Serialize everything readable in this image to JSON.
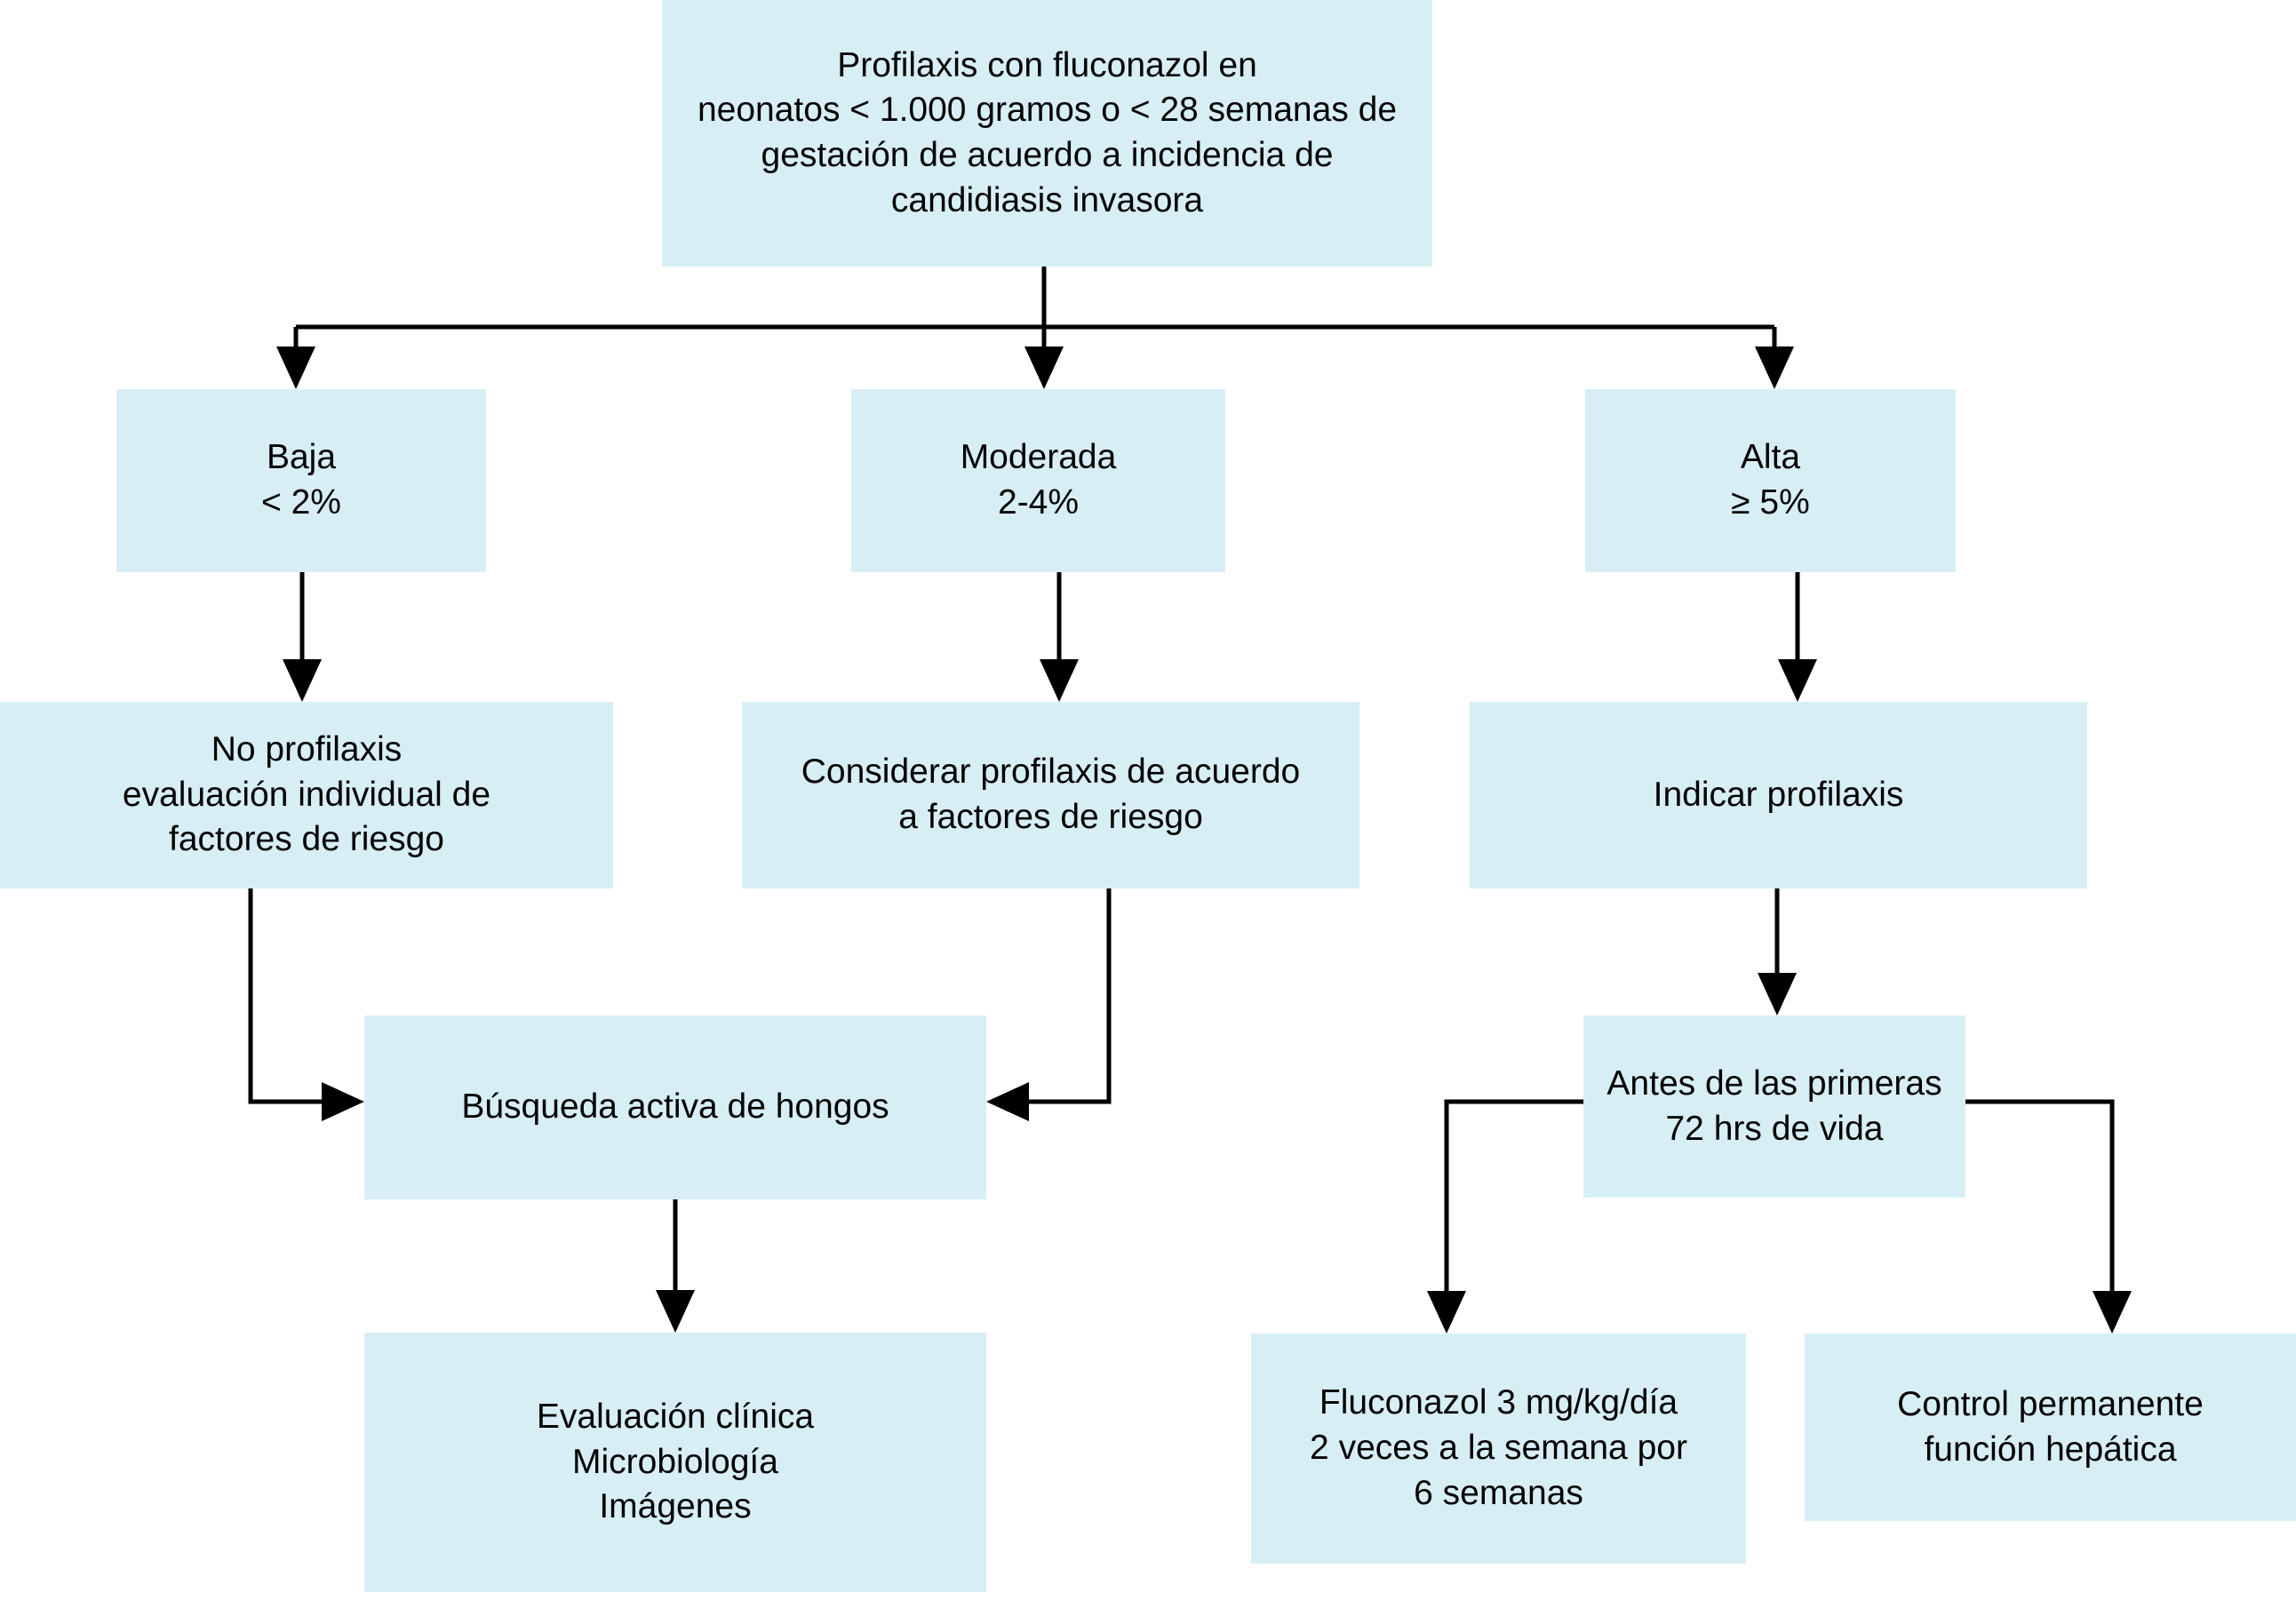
{
  "colors": {
    "box_fill": "#d8eef5",
    "line": "#000000",
    "text": "#000000",
    "background": "#ffffff"
  },
  "nodes": {
    "root": {
      "label": "Profilaxis con fluconazol en\nneonatos < 1.000 gramos o < 28 semanas de\ngestación de acuerdo a incidencia de\ncandidiasis invasora"
    },
    "baja": {
      "label": "Baja\n< 2%"
    },
    "moderada": {
      "label": "Moderada\n2-4%"
    },
    "alta": {
      "label": "Alta\n≥ 5%"
    },
    "no_profilaxis": {
      "label": "No profilaxis\nevaluación individual de\nfactores de riesgo"
    },
    "considerar": {
      "label": "Considerar profilaxis de acuerdo\na factores de riesgo"
    },
    "indicar": {
      "label": "Indicar profilaxis"
    },
    "busqueda": {
      "label": "Búsqueda activa de hongos"
    },
    "antes": {
      "label": "Antes de las primeras\n72 hrs de vida"
    },
    "evaluacion": {
      "label": "Evaluación clínica\nMicrobiología\nImágenes"
    },
    "fluconazol": {
      "label": "Fluconazol 3 mg/kg/día\n2 veces a la semana por\n6 semanas"
    },
    "control": {
      "label": "Control permanente\nfunción hepática"
    }
  },
  "edges": [
    {
      "from": "root",
      "to": "baja"
    },
    {
      "from": "root",
      "to": "moderada"
    },
    {
      "from": "root",
      "to": "alta"
    },
    {
      "from": "baja",
      "to": "no_profilaxis"
    },
    {
      "from": "moderada",
      "to": "considerar"
    },
    {
      "from": "alta",
      "to": "indicar"
    },
    {
      "from": "no_profilaxis",
      "to": "busqueda"
    },
    {
      "from": "considerar",
      "to": "busqueda"
    },
    {
      "from": "busqueda",
      "to": "evaluacion"
    },
    {
      "from": "indicar",
      "to": "antes"
    },
    {
      "from": "antes",
      "to": "fluconazol"
    },
    {
      "from": "antes",
      "to": "control"
    }
  ]
}
